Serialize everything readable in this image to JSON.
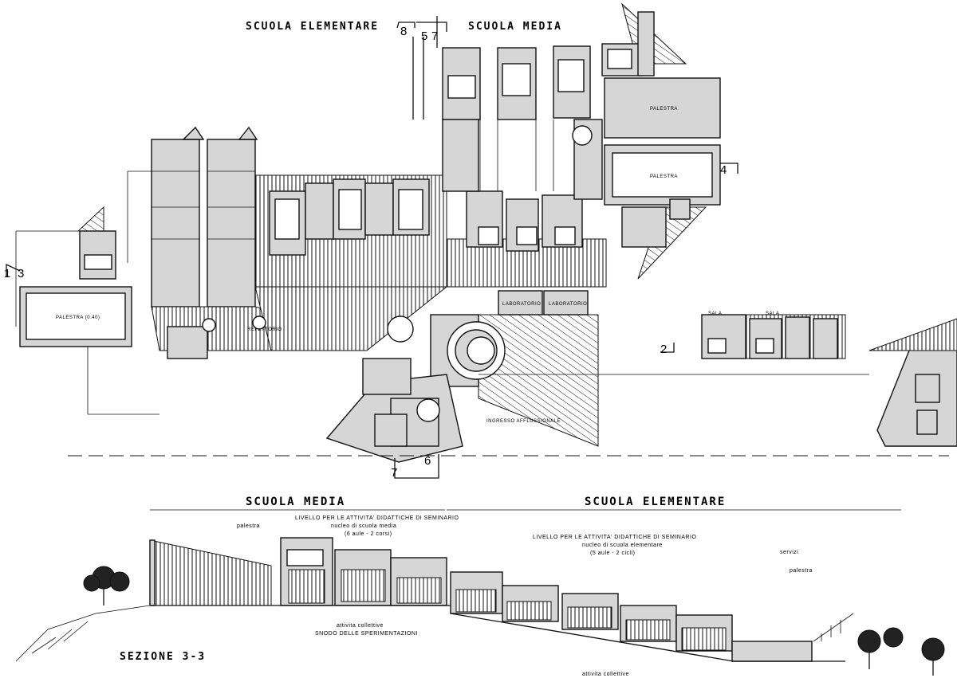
{
  "headers": {
    "plan_left": "SCUOLA  ELEMENTARE",
    "plan_right": "SCUOLA MEDIA",
    "section_left": "SCUOLA  MEDIA",
    "section_right": "SCUOLA ELEMENTARE",
    "section_title": "SEZIONE  3-3"
  },
  "section_marks": [
    "8",
    "5",
    "7",
    "3",
    "1",
    "4",
    "2",
    "6",
    "7"
  ],
  "room_labels": {
    "palestra_1": "PALESTRA",
    "palestra_2": "PALESTRA",
    "palestra_3": "PALESTRA  (0.40)",
    "refettorio": "REFETTORIO",
    "ingresso": "INGRESSO AFFLUSSIONALE",
    "laboratorio_1": "LABORATORIO",
    "laboratorio_2": "LABORATORIO",
    "sala_1": "SALA",
    "sala_2": "SALA"
  },
  "section_notes": {
    "palestra": "palestra",
    "livello_media": "LIVELLO PER LE ATTIVITA' DIDATTICHE DI SEMINARIO",
    "nucleo_media": "nucleo di scuola media",
    "aule_media": "(6 aule - 2 corsi)",
    "attivita_collettive": "attivita collettive",
    "snodo": "SNODO DELLE SPERIMENTAZIONI",
    "livello_elementare": "LIVELLO PER LE ATTIVITA' DIDATTICHE DI SEMINARIO",
    "nucleo_elementare": "nucleo di scuola elementare",
    "aule_elementare": "(5 aule - 2 cicli)",
    "attivita_collettive_2": "attivita collettive",
    "servizi": "servizi",
    "palestra_2": "palestra"
  }
}
